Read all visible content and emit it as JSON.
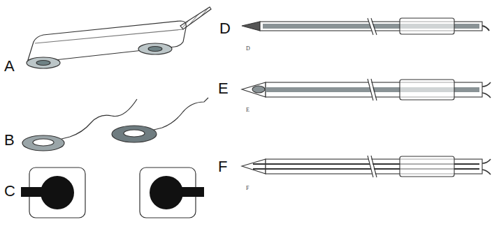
{
  "diagram": {
    "labels": [
      "A",
      "D",
      "D",
      "B",
      "E",
      "E",
      "C",
      "F",
      "F"
    ]
  }
}
